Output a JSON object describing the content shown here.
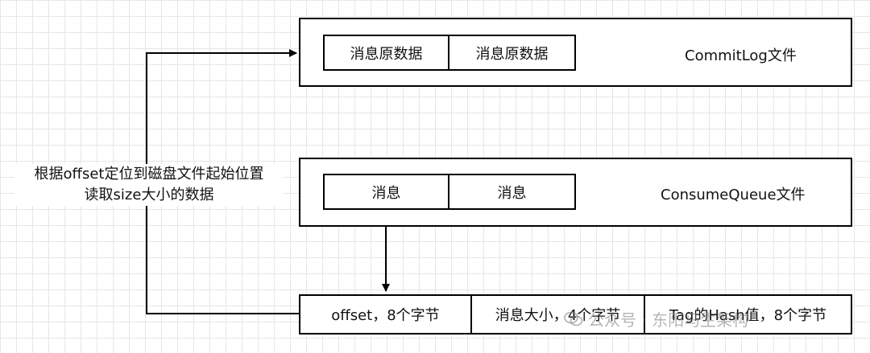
{
  "commitlog": {
    "cells": [
      "消息原数据",
      "消息原数据"
    ],
    "label": "CommitLog文件"
  },
  "consumequeue": {
    "cells": [
      "消息",
      "消息"
    ],
    "label": "ConsumeQueue文件"
  },
  "entry": {
    "cells": [
      "offset，8个字节",
      "消息大小，4个字节",
      "Tag的Hash值，8个字节"
    ]
  },
  "note": {
    "line1": "根据offset定位到磁盘文件起始位置",
    "line2": "读取size大小的数据"
  },
  "watermark": {
    "text": "公众号 · 东阳马生架构",
    "icon": "wechat-icon"
  },
  "colors": {
    "line": "#000000",
    "grid": "#e6e6e6",
    "background": "#ffffff"
  }
}
